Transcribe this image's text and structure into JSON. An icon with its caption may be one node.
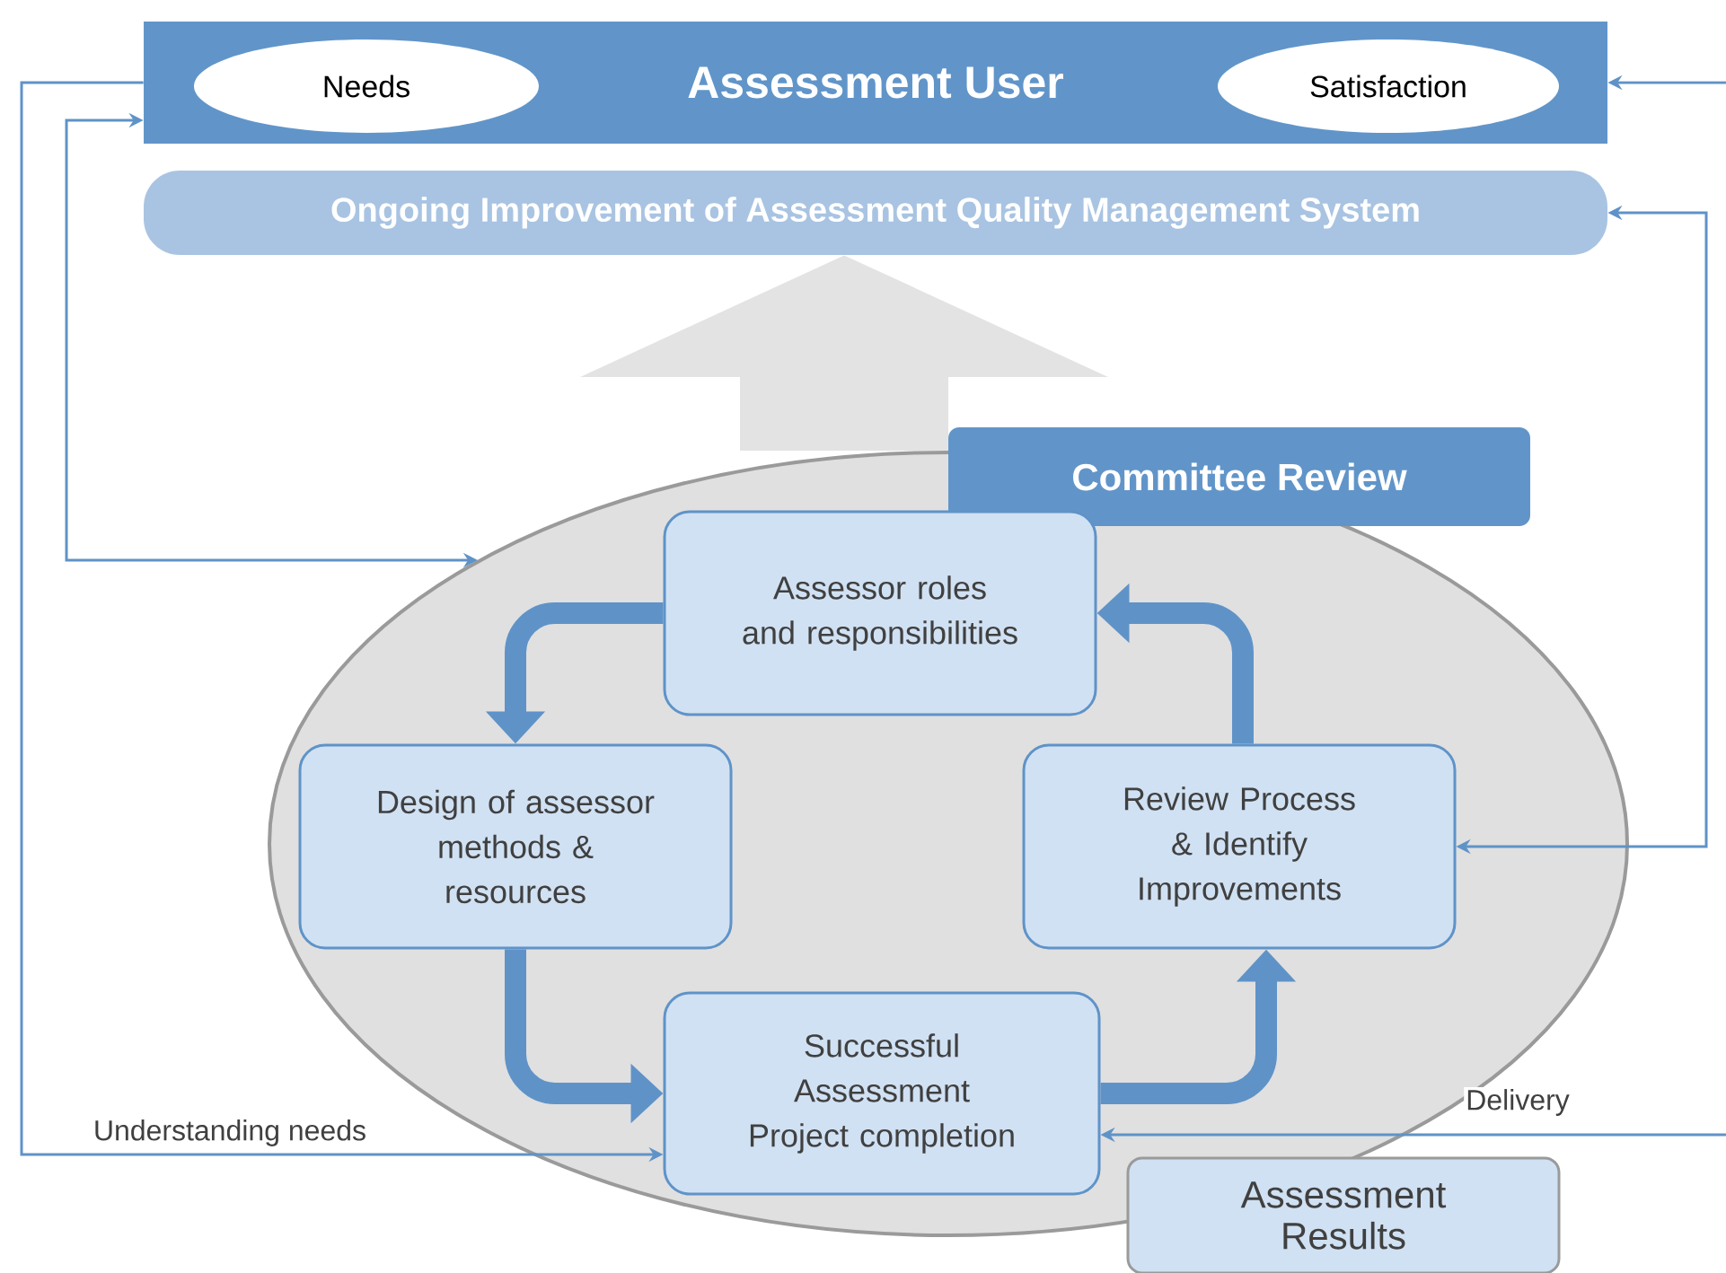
{
  "diagram": {
    "nodes": [
      {
        "text": [
          "Assessment User"
        ]
      },
      {
        "text": [
          "Needs"
        ],
        "in": 0
      },
      {
        "text": [
          "Satisfaction"
        ],
        "in": 0
      },
      {
        "text": [
          "Ongoing Improvement of Assessment Quality Management System"
        ]
      },
      {
        "text": [],
        "shape": "ellipse"
      },
      {
        "text": [
          "Committee Review"
        ]
      },
      {
        "text": [
          "Assessor roles and responsibilities"
        ],
        "in": 4
      },
      {
        "text": [
          "Design of assessor methods & resources"
        ],
        "in": 4
      },
      {
        "text": [
          "Review Process & Identify Improvements"
        ],
        "in": 4
      },
      {
        "text": [
          "Successful Assessment Project completion"
        ],
        "in": 4
      },
      {
        "text": [
          "Assessment Results"
        ]
      }
    ],
    "edges": [
      {
        "from": 4,
        "to": 3,
        "arrow": "to",
        "style": "thick",
        "color": "#e3e3e3"
      },
      {
        "from": 0,
        "to": 9,
        "arrow": "to",
        "label": "Understanding needs"
      },
      {
        "from": 4,
        "to": 0,
        "arrow": "both"
      },
      {
        "from": null,
        "to": 9,
        "arrow": "to",
        "label": "Delivery"
      },
      {
        "from": null,
        "to": 0,
        "arrow": "to"
      },
      {
        "from": 8,
        "to": 3,
        "arrow": "both"
      },
      {
        "from": 6,
        "to": 7,
        "arrow": "to",
        "style": "thick"
      },
      {
        "from": 7,
        "to": 9,
        "arrow": "to",
        "style": "thick"
      },
      {
        "from": 9,
        "to": 8,
        "arrow": "to",
        "style": "thick"
      },
      {
        "from": 8,
        "to": 6,
        "arrow": "to",
        "style": "thick"
      }
    ]
  }
}
